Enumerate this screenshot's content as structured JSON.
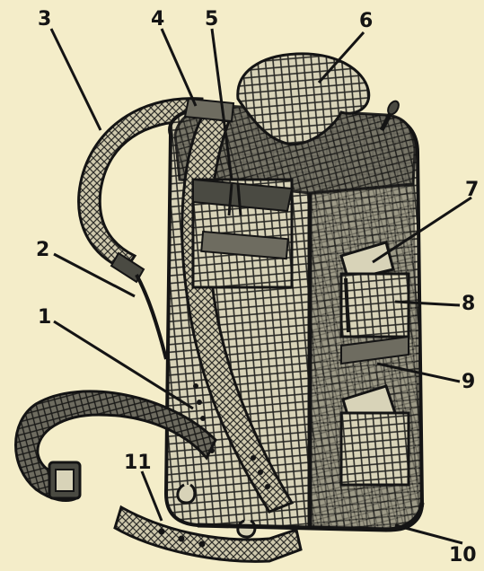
{
  "figure": {
    "subject": "backpack",
    "palette": {
      "paper": "#f4edc9",
      "ink": "#141414",
      "shade": "#4a4a42",
      "light": "#d8d3b8"
    },
    "callouts": [
      {
        "id": "c1",
        "label": "1"
      },
      {
        "id": "c2",
        "label": "2"
      },
      {
        "id": "c3",
        "label": "3"
      },
      {
        "id": "c4",
        "label": "4"
      },
      {
        "id": "c5",
        "label": "5"
      },
      {
        "id": "c6",
        "label": "6"
      },
      {
        "id": "c7",
        "label": "7"
      },
      {
        "id": "c8",
        "label": "8"
      },
      {
        "id": "c9",
        "label": "9"
      },
      {
        "id": "c10",
        "label": "10"
      },
      {
        "id": "c11",
        "label": "11"
      }
    ]
  }
}
